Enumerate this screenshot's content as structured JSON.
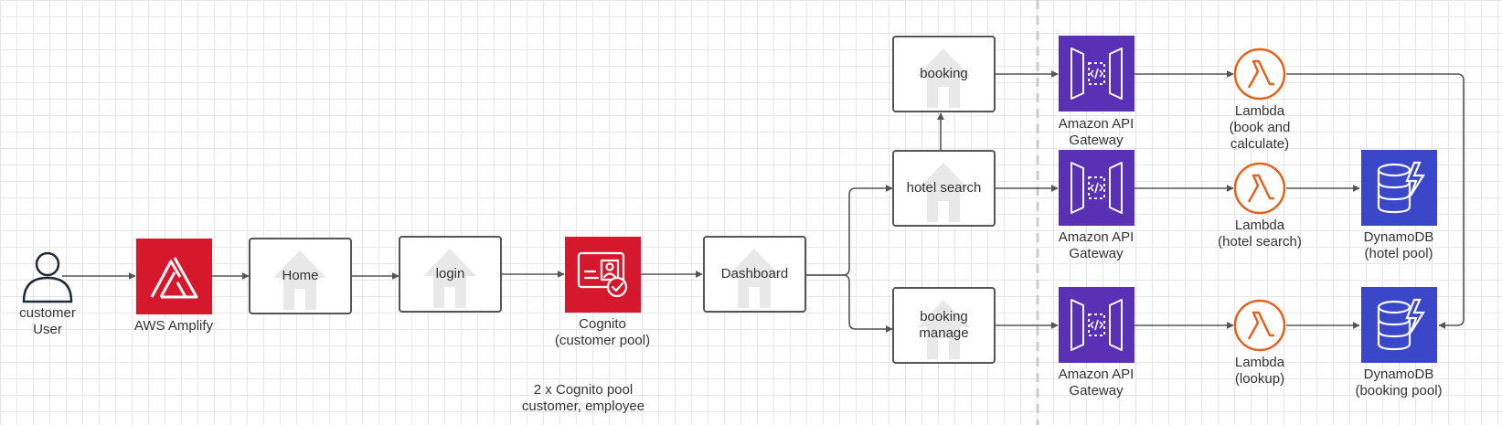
{
  "colors": {
    "amplify": "#d6182d",
    "cognito": "#d6182d",
    "apigw": "#5a30b5",
    "lambda": "#e0631d",
    "dynamodb": "#3a47c9",
    "edge": "#555555",
    "box_border": "#555555",
    "house": "#e8e8e8"
  },
  "nodes": {
    "user": {
      "label": "customer\nUser",
      "icon": "user-icon"
    },
    "amplify": {
      "label": "AWS Amplify",
      "icon": "aws-amplify-icon"
    },
    "home": {
      "label": "Home",
      "icon": "house-icon"
    },
    "login": {
      "label": "login",
      "icon": "house-icon"
    },
    "cognito": {
      "label": "Cognito\n(customer pool)",
      "icon": "cognito-icon"
    },
    "dashboard": {
      "label": "Dashboard",
      "icon": "house-icon"
    },
    "booking": {
      "label": "booking",
      "icon": "house-icon"
    },
    "hotel_search": {
      "label": "hotel search",
      "icon": "house-icon"
    },
    "booking_manage": {
      "label": "booking\nmanage",
      "icon": "house-icon"
    },
    "apigw_1": {
      "label": "Amazon API\nGateway",
      "icon": "api-gateway-icon"
    },
    "apigw_2": {
      "label": "Amazon API\nGateway",
      "icon": "api-gateway-icon"
    },
    "apigw_3": {
      "label": "Amazon API\nGateway",
      "icon": "api-gateway-icon"
    },
    "lambda_book": {
      "label": "Lambda\n(book and\ncalculate)",
      "icon": "lambda-icon"
    },
    "lambda_search": {
      "label": "Lambda\n(hotel search)",
      "icon": "lambda-icon"
    },
    "lambda_lookup": {
      "label": "Lambda\n(lookup)",
      "icon": "lambda-icon"
    },
    "ddb_hotel": {
      "label": "DynamoDB\n(hotel pool)",
      "icon": "dynamodb-icon"
    },
    "ddb_booking": {
      "label": "DynamoDB\n(booking pool)",
      "icon": "dynamodb-icon"
    }
  },
  "note": "2 x Cognito pool\ncustomer, employee",
  "edges": [
    {
      "from": "user",
      "to": "amplify"
    },
    {
      "from": "amplify",
      "to": "home"
    },
    {
      "from": "home",
      "to": "login"
    },
    {
      "from": "login",
      "to": "cognito"
    },
    {
      "from": "cognito",
      "to": "dashboard"
    },
    {
      "from": "dashboard",
      "to": "hotel_search"
    },
    {
      "from": "dashboard",
      "to": "booking_manage"
    },
    {
      "from": "hotel_search",
      "to": "booking"
    },
    {
      "from": "booking",
      "to": "apigw_1"
    },
    {
      "from": "hotel_search",
      "to": "apigw_2"
    },
    {
      "from": "booking_manage",
      "to": "apigw_3"
    },
    {
      "from": "apigw_1",
      "to": "lambda_book"
    },
    {
      "from": "apigw_2",
      "to": "lambda_search"
    },
    {
      "from": "apigw_3",
      "to": "lambda_lookup"
    },
    {
      "from": "lambda_search",
      "to": "ddb_hotel"
    },
    {
      "from": "lambda_lookup",
      "to": "ddb_booking"
    },
    {
      "from": "lambda_book",
      "to": "ddb_booking"
    }
  ]
}
